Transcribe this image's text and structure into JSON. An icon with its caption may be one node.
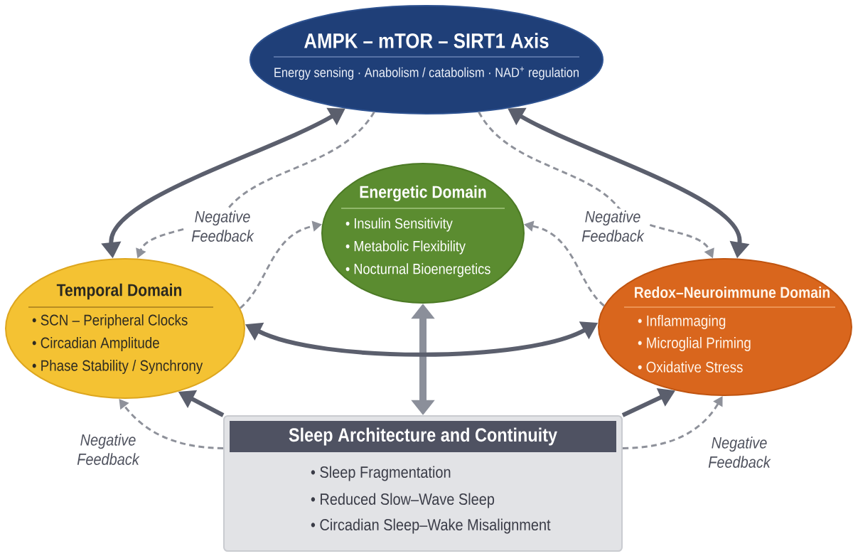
{
  "diagram": {
    "nodes": [
      {
        "text": [
          "AMPK – mTOR – SIRT1 Axis",
          "Energy sensing · Anabolism / catabolism · NAD$^{+}$ regulation"
        ]
      },
      {
        "text": [
          "Energetic Domain",
          "• Insulin Sensitivity",
          "• Metabolic Flexibility",
          "• Nocturnal Bioenergetics"
        ]
      },
      {
        "text": [
          "Temporal Domain",
          "• SCN – Peripheral Clocks",
          "• Circadian Amplitude",
          "• Phase Stability / Synchrony"
        ]
      },
      {
        "text": [
          "Redox–Neuroimmune Domain",
          "• Inflammaging",
          "• Microglial Priming",
          "• Oxidative Stress"
        ]
      },
      {
        "text": [
          "Sleep Architecture and Continuity",
          "• Sleep Fragmentation",
          "• Reduced Slow–Wave Sleep",
          "• Circadian Sleep–Wake Misalignment"
        ]
      }
    ],
    "edges": [
      {
        "from": 0,
        "to": 2,
        "arrow": "both",
        "style": "thick"
      },
      {
        "from": 0,
        "to": 3,
        "arrow": "both",
        "style": "thick"
      },
      {
        "from": 1,
        "to": 4,
        "arrow": "both",
        "style": "thick",
        "color": "#8b8f9a"
      },
      {
        "from": 2,
        "to": 3,
        "arrow": "both",
        "style": "thick"
      },
      {
        "from": 4,
        "to": 2,
        "arrow": "to",
        "style": "thick"
      },
      {
        "from": 4,
        "to": 3,
        "arrow": "to",
        "style": "thick"
      },
      {
        "from": 0,
        "to": 2,
        "arrow": "to",
        "style": "dashed",
        "label": "Negative Feedback"
      },
      {
        "from": 0,
        "to": 3,
        "arrow": "to",
        "style": "dashed",
        "label": "Negative Feedback"
      },
      {
        "from": 2,
        "to": 1,
        "arrow": "to",
        "style": "dashed"
      },
      {
        "from": 3,
        "to": 1,
        "arrow": "to",
        "style": "dashed"
      },
      {
        "from": 4,
        "to": 2,
        "arrow": "to",
        "style": "dashed",
        "label": "Negative Feedback"
      },
      {
        "from": 4,
        "to": 3,
        "arrow": "to",
        "style": "dashed",
        "label": "Negative Feedback"
      }
    ]
  }
}
